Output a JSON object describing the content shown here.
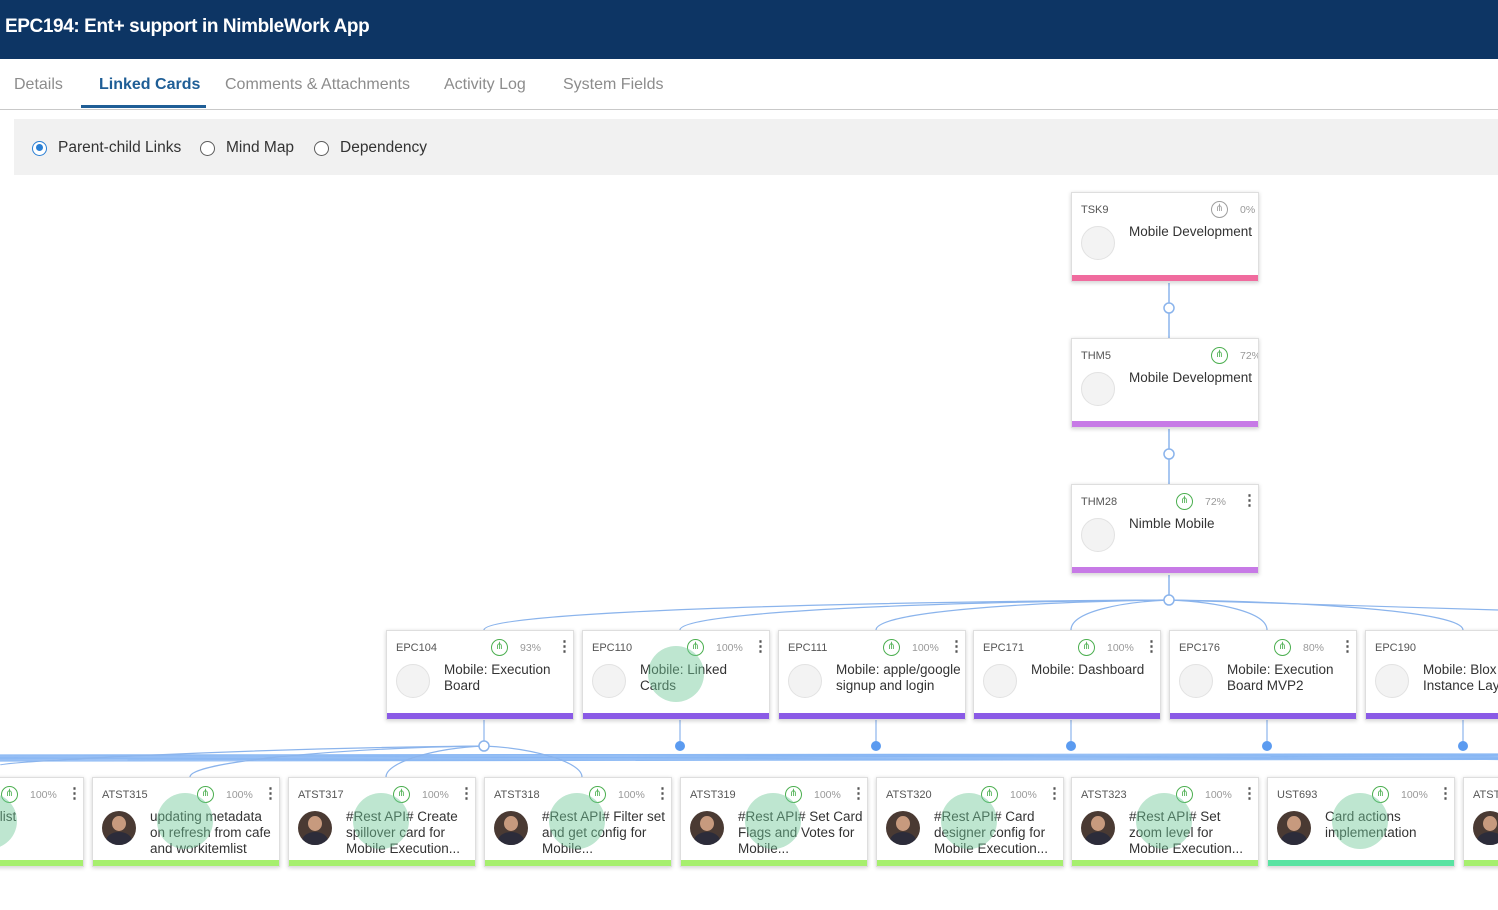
{
  "header": {
    "title": "EPC194: Ent+ support in NimbleWork App"
  },
  "tabs": [
    {
      "label": "Details",
      "active": false
    },
    {
      "label": "Linked Cards",
      "active": true
    },
    {
      "label": "Comments & Attachments",
      "active": false
    },
    {
      "label": "Activity Log",
      "active": false
    },
    {
      "label": "System Fields",
      "active": false
    }
  ],
  "view_options": [
    {
      "label": "Parent-child Links",
      "selected": true
    },
    {
      "label": "Mind Map",
      "selected": false
    },
    {
      "label": "Dependency",
      "selected": false
    }
  ],
  "colors": {
    "header_bg": "#0d3564",
    "accent": "#1f5e96",
    "connector": "#8bb4ec",
    "bar_task": "#f06b9e",
    "bar_theme": "#c77ae6",
    "bar_epic": "#8a5ae6",
    "bar_story": "#a6ef6e",
    "bar_userstory": "#59e3a2",
    "progress_icon": "#4caf50"
  },
  "cards": {
    "tsk9": {
      "id": "TSK9",
      "percent": "0%",
      "title": "Mobile Development",
      "bar_color": "#f06b9e",
      "icon": "hierarchy-icon"
    },
    "thm5": {
      "id": "THM5",
      "percent": "72%",
      "title": "Mobile Development",
      "bar_color": "#c77ae6",
      "icon": "hierarchy-icon"
    },
    "thm28": {
      "id": "THM28",
      "percent": "72%",
      "title": "Nimble Mobile",
      "bar_color": "#c77ae6",
      "icon": "hierarchy-icon"
    },
    "epics": [
      {
        "id": "EPC104",
        "percent": "93%",
        "title": "Mobile: Execution Board"
      },
      {
        "id": "EPC110",
        "percent": "100%",
        "title": "Mobile: Linked Cards"
      },
      {
        "id": "EPC111",
        "percent": "100%",
        "title": "Mobile: apple/google signup and login"
      },
      {
        "id": "EPC171",
        "percent": "100%",
        "title": "Mobile: Dashboard"
      },
      {
        "id": "EPC176",
        "percent": "80%",
        "title": "Mobile: Execution Board MVP2"
      },
      {
        "id": "EPC190",
        "percent": "",
        "title": "Mobile: Blox Instance Layo"
      }
    ],
    "stories": [
      {
        "id": "",
        "percent": "100%",
        "title": "Project list",
        "bar_color": "#a6ef6e"
      },
      {
        "id": "ATST315",
        "percent": "100%",
        "title": "updating metadata on refresh from cafe and workitemlist",
        "bar_color": "#a6ef6e"
      },
      {
        "id": "ATST317",
        "percent": "100%",
        "title": "#Rest API# Create spillover card for Mobile Execution...",
        "bar_color": "#a6ef6e"
      },
      {
        "id": "ATST318",
        "percent": "100%",
        "title": "#Rest API# Filter set and get config for Mobile...",
        "bar_color": "#a6ef6e"
      },
      {
        "id": "ATST319",
        "percent": "100%",
        "title": "#Rest API# Set Card Flags and Votes for Mobile...",
        "bar_color": "#a6ef6e"
      },
      {
        "id": "ATST320",
        "percent": "100%",
        "title": "#Rest API# Card designer config for Mobile Execution...",
        "bar_color": "#a6ef6e"
      },
      {
        "id": "ATST323",
        "percent": "100%",
        "title": "#Rest API# Set zoom level for Mobile Execution...",
        "bar_color": "#a6ef6e"
      },
      {
        "id": "UST693",
        "percent": "100%",
        "title": "Card actions implementation",
        "bar_color": "#59e3a2"
      },
      {
        "id": "ATST",
        "percent": "",
        "title": "",
        "bar_color": "#a6ef6e"
      }
    ]
  }
}
